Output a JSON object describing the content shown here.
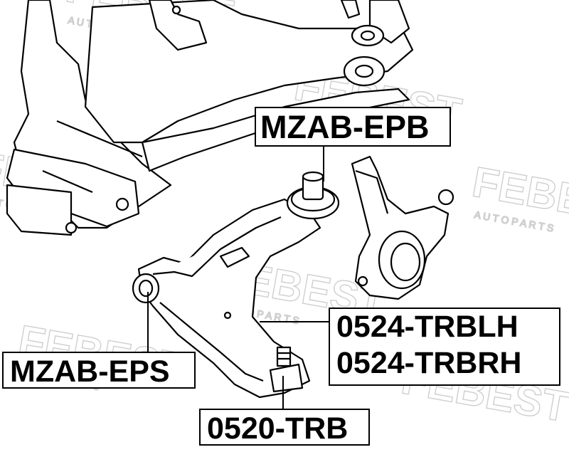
{
  "watermark": {
    "brand": "FEBEST",
    "tagline": "A U T O   P A R T S"
  },
  "labels": {
    "upper_bushing": "MZAB-EPB",
    "front_bushing": "MZAB-EPS",
    "ball_joint": "0520-TRB",
    "arm_left": "0524-TRBLH",
    "arm_right": "0524-TRBRH"
  },
  "colors": {
    "line": "#000000",
    "background": "#ffffff",
    "watermark": "#c8c8c8"
  }
}
